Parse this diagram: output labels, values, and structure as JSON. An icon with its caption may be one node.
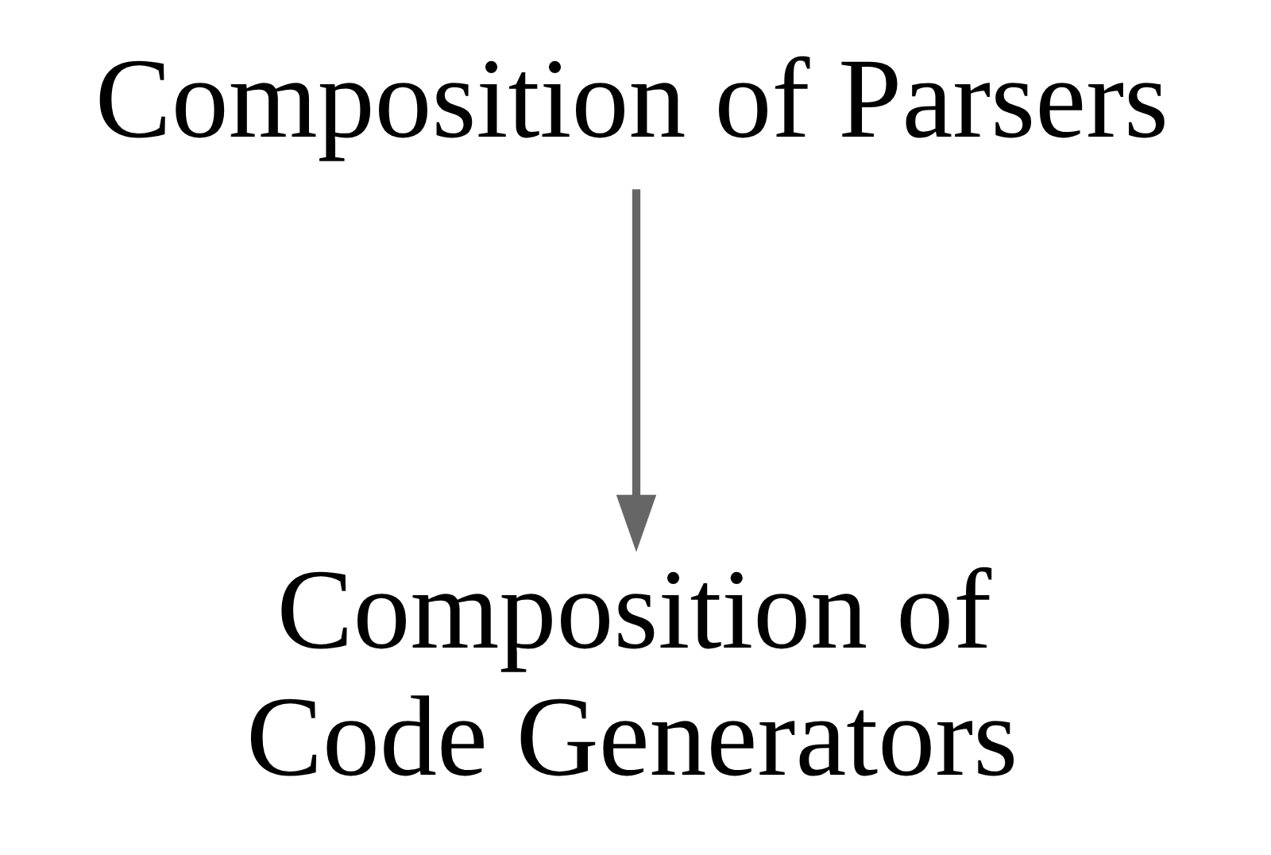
{
  "diagram": {
    "nodes": [
      {
        "text": [
          "Composition of Parsers"
        ]
      },
      {
        "text": [
          "Composition of Code Generators"
        ]
      }
    ],
    "edges": [
      {
        "from": 0,
        "to": 1,
        "arrow": "to"
      }
    ]
  }
}
